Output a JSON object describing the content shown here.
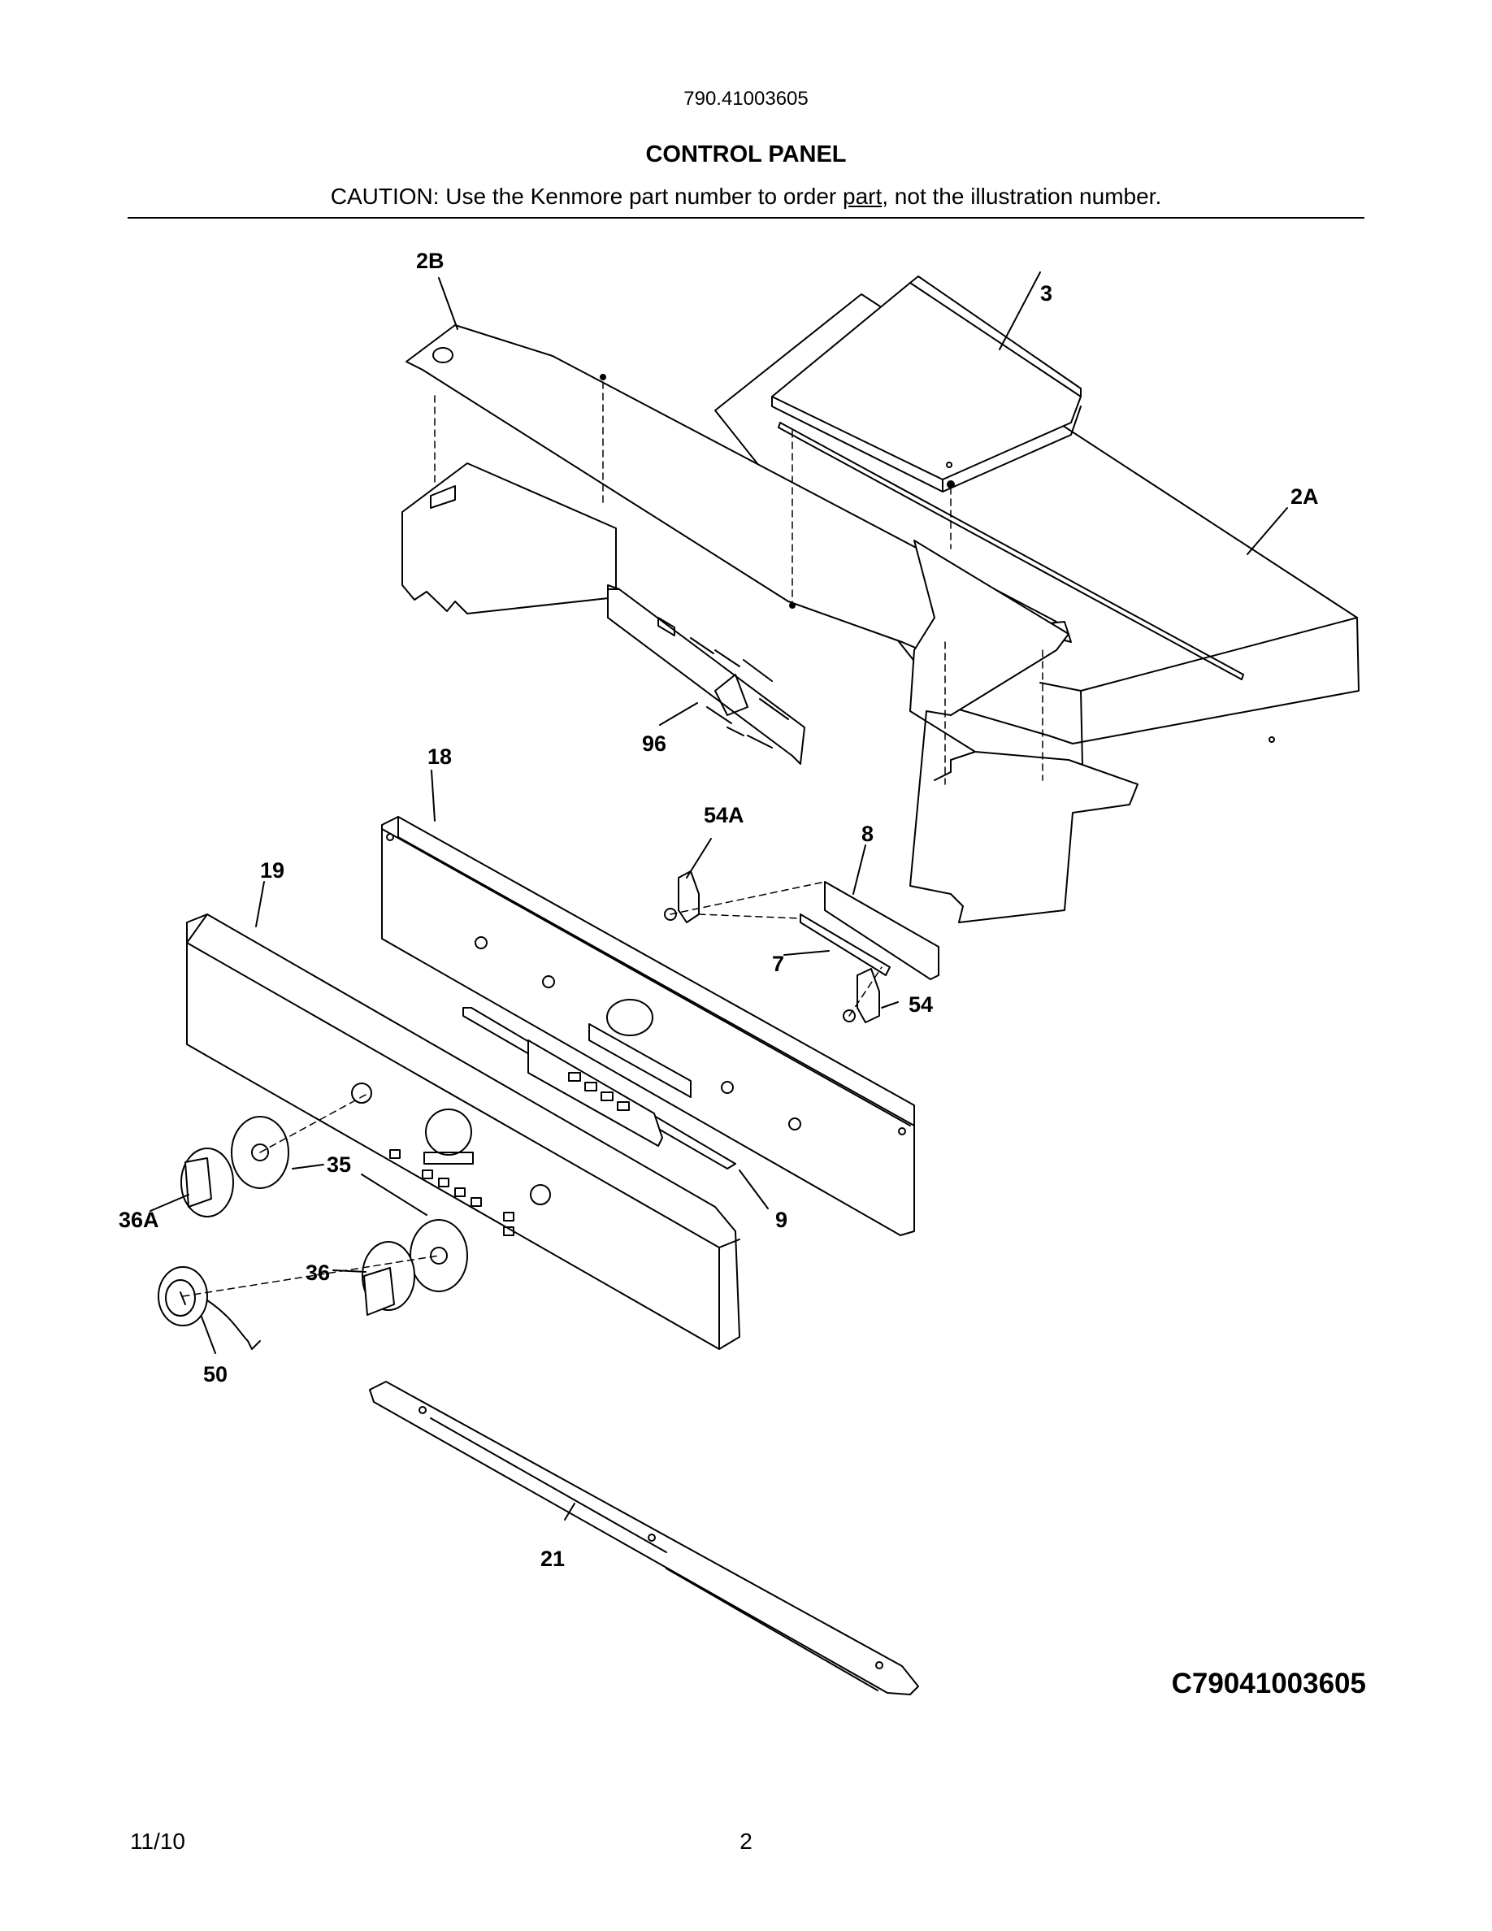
{
  "header": {
    "model_number": "790.41003605",
    "title": "CONTROL PANEL",
    "caution_prefix": "CAUTION: Use the Kenmore part number to order ",
    "caution_underlined": "part",
    "caution_suffix": ", not the illustration number."
  },
  "callouts": {
    "c2B": "2B",
    "c3": "3",
    "c2A": "2A",
    "c96": "96",
    "c18": "18",
    "c54A": "54A",
    "c8": "8",
    "c19": "19",
    "c7": "7",
    "c54": "54",
    "c35": "35",
    "c36A": "36A",
    "c9": "9",
    "c36": "36",
    "c50": "50",
    "c21": "21"
  },
  "diagram_code": "C79041003605",
  "footer": {
    "date": "11/10",
    "page_number": "2"
  }
}
